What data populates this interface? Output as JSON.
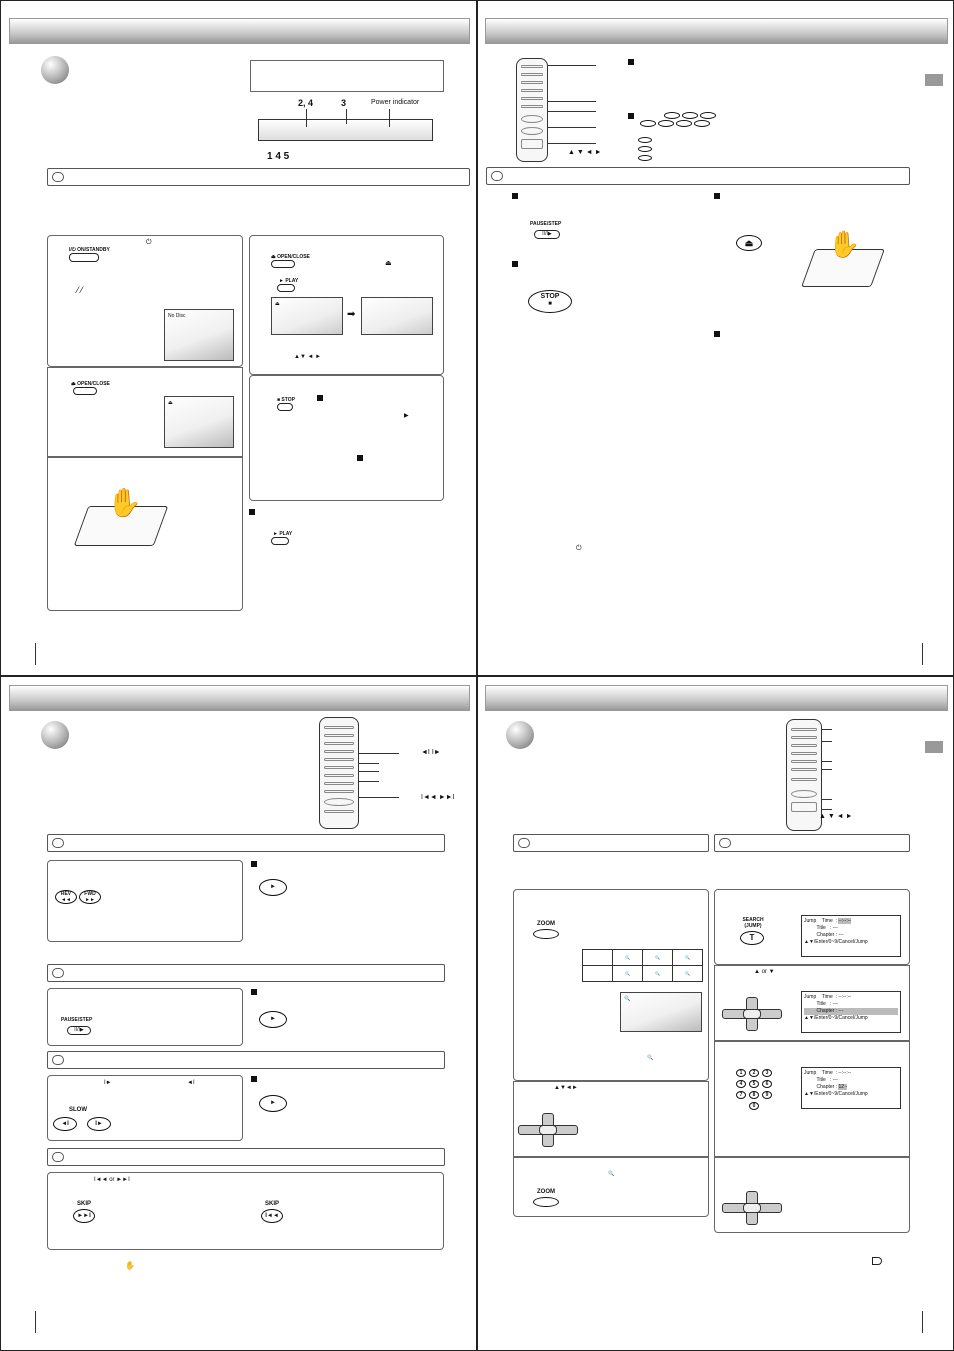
{
  "panels": {
    "top_left": {
      "display_panel_labels": {
        "a": "2, 4",
        "b": "3",
        "power_indicator": "Power indicator",
        "bottom": "1 4 5"
      },
      "step1": {
        "button": "I/⏻ ON/STANDBY",
        "screen_text": "No Disc"
      },
      "step2": {
        "button": "⏏ OPEN/CLOSE"
      },
      "step4": {
        "open_close": "⏏ OPEN/CLOSE",
        "play": "► PLAY",
        "arrows": "▲▼   ◄ ►"
      },
      "step5": {
        "stop": "■ STOP"
      },
      "resume": {
        "play": "► PLAY"
      }
    },
    "top_right": {
      "pause_step": "PAUSE/STEP",
      "stop": "STOP",
      "arrows": "▲ ▼ ◄ ►"
    },
    "bottom_left": {
      "callouts": {
        "slow_pair": "◄I  I►",
        "skip_pair": "I◄◄  ►►I"
      },
      "rev": "REV",
      "fwd": "FWD",
      "pause_step": "PAUSE/STEP",
      "slow_label": "SLOW",
      "slow_fwd_hint": "I►",
      "slow_rev_hint": "◄I",
      "skip_hint": "I◄◄  or  ►►I",
      "skip": "SKIP",
      "skip2": "SKIP"
    },
    "bottom_right": {
      "arrows": "▲ ▼ ◄ ►",
      "zoom": "ZOOM",
      "zoom2": "ZOOM",
      "arrows_hint": "▲▼◄►",
      "search": "SEARCH (JUMP)",
      "search_hint": "▲  or  ▼",
      "jump": {
        "title": "Jump",
        "time_label": "Time",
        "time_value": "--:--:--",
        "title_label": "Title",
        "title_value": "---",
        "chapter_label": "Chapter",
        "chapter_value": "---",
        "chapter_entered": "12 -",
        "footer": "▲▼/Enter/0~9/Cancel/Jump"
      },
      "numpad": [
        "1",
        "2",
        "3",
        "4",
        "5",
        "6",
        "7",
        "8",
        "9",
        "0"
      ]
    }
  }
}
